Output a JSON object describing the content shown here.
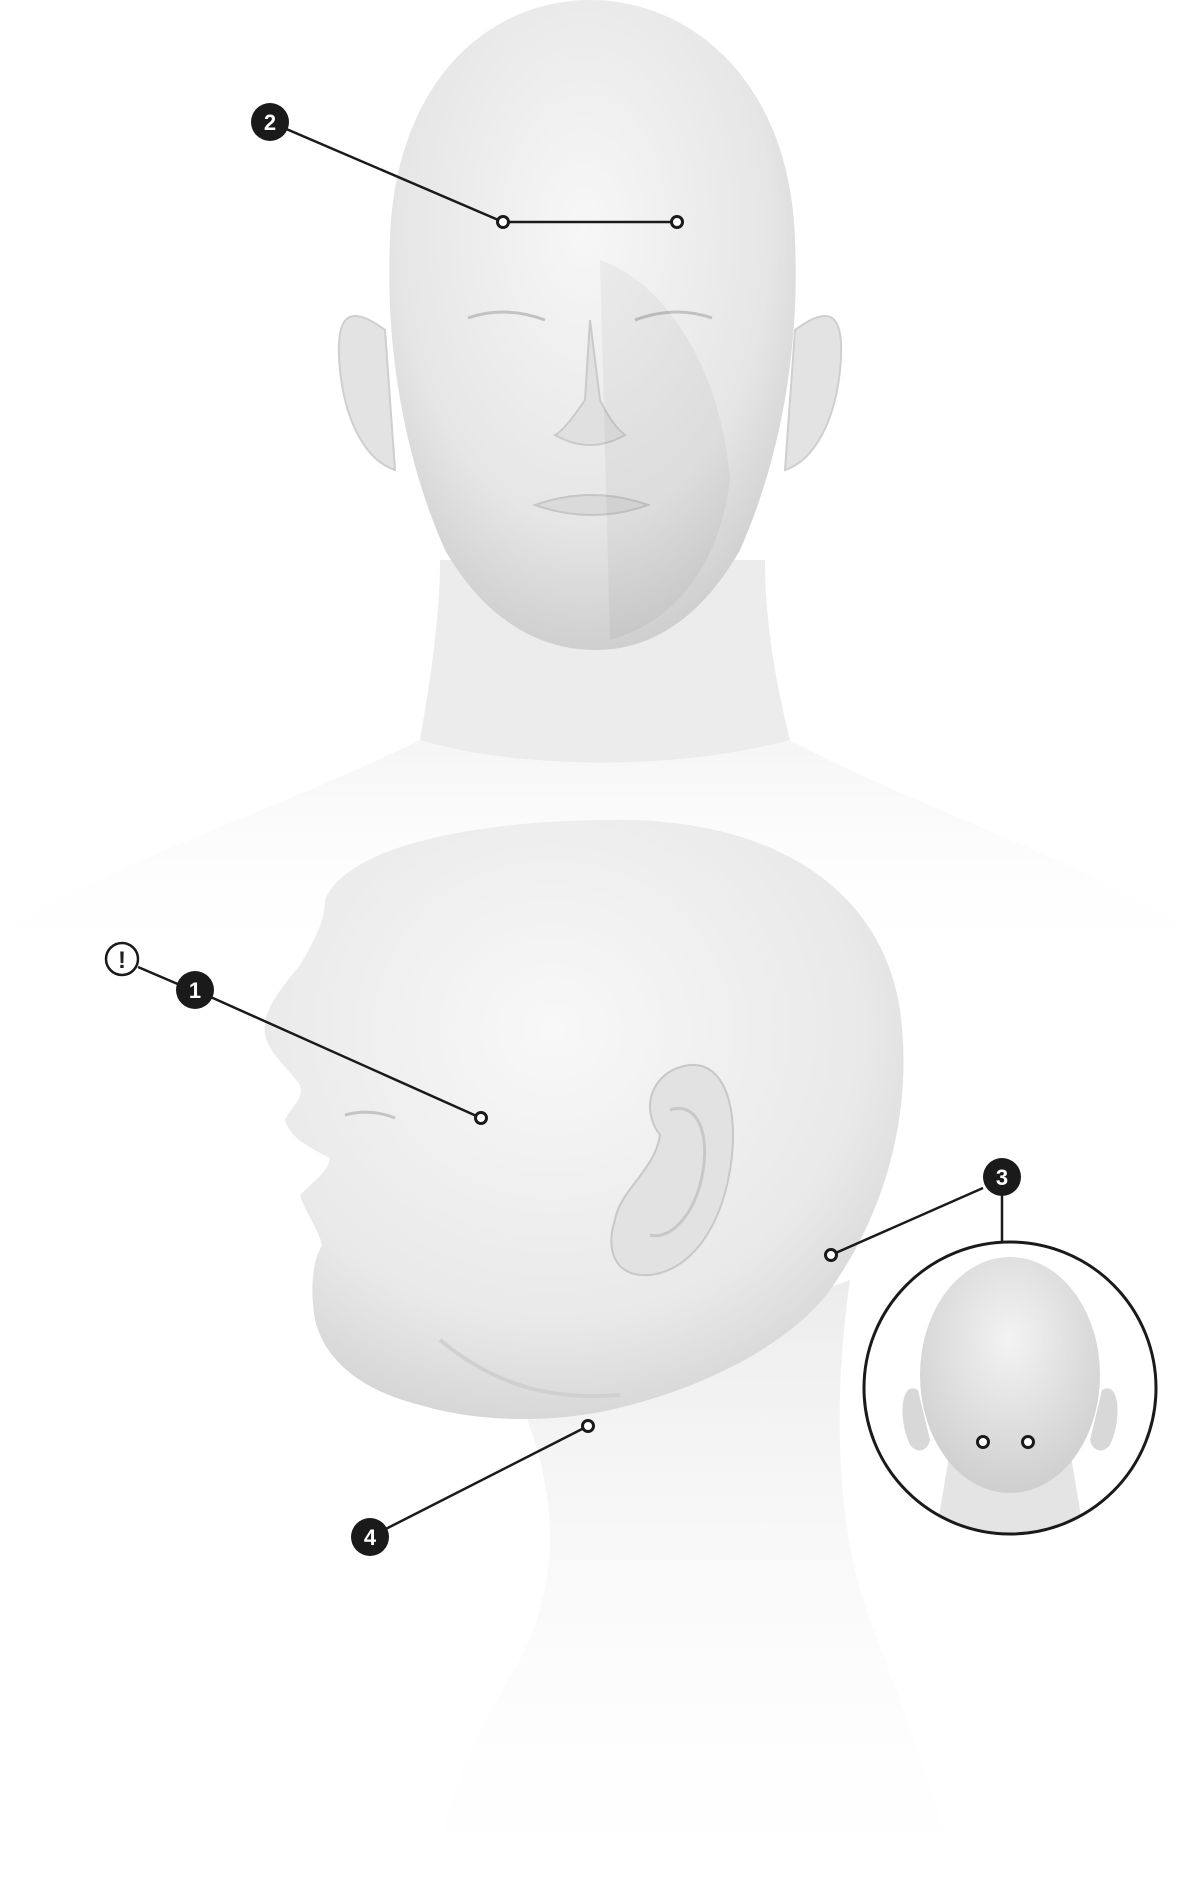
{
  "callouts": [
    {
      "id": "marker-1",
      "number": "1"
    },
    {
      "id": "marker-2",
      "number": "2"
    },
    {
      "id": "marker-3",
      "number": "3"
    },
    {
      "id": "marker-4",
      "number": "4"
    }
  ],
  "warning": {
    "symbol": "!"
  },
  "colors": {
    "line": "#1a1a1a",
    "marker_fill": "#1a1a1a",
    "marker_text": "#ffffff",
    "skin_light": "#f4f4f4",
    "skin_shadow": "#d4d4d4",
    "background": "#ffffff"
  },
  "icons": {
    "warning": "exclamation-circle-icon",
    "electrode_point": "ring-dot-icon"
  }
}
